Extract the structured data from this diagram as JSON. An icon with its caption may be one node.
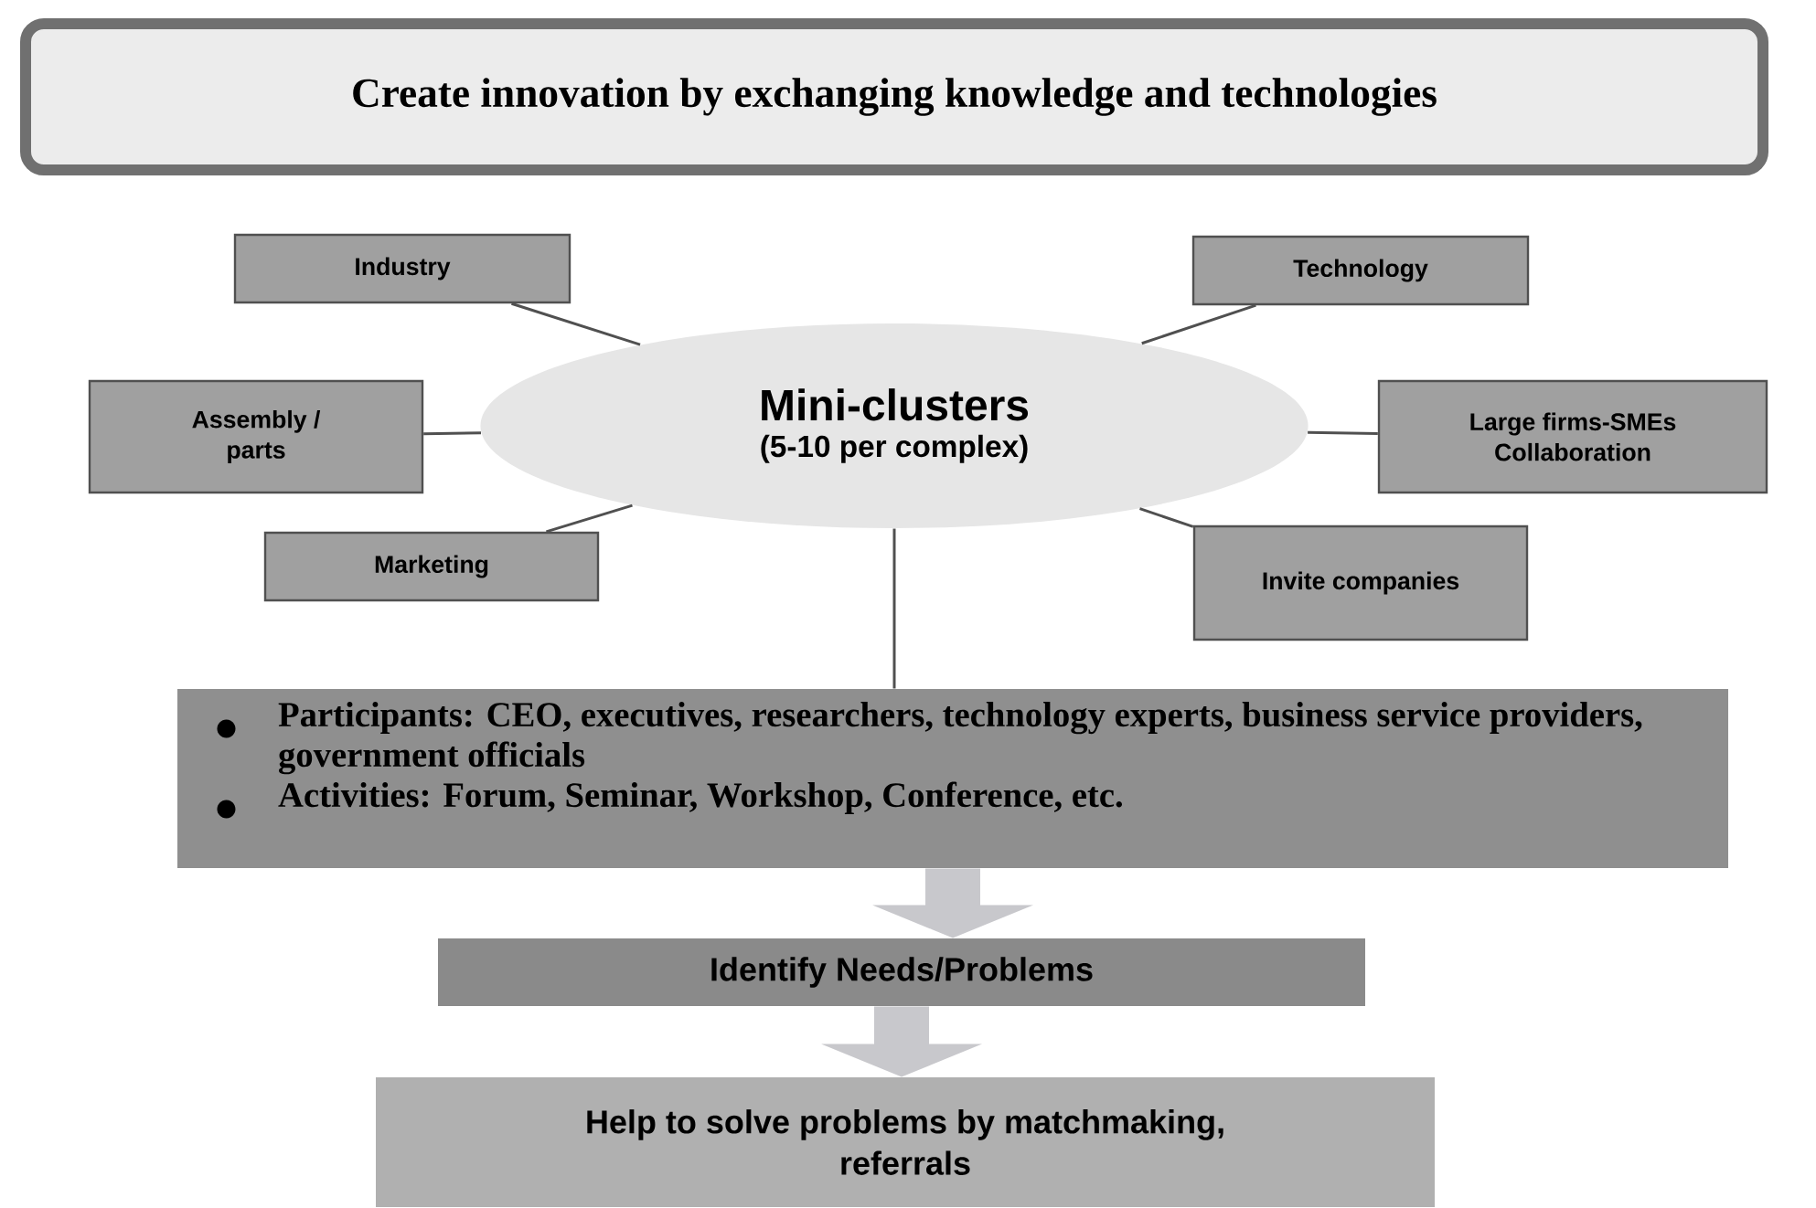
{
  "diagram": {
    "nodes": [
      {
        "text": [
          "Create innovation by exchanging knowledge and technologies"
        ]
      },
      {
        "text": [
          "Mini-clusters",
          "(5-10 per complex)"
        ]
      },
      {
        "text": [
          "Industry"
        ]
      },
      {
        "text": [
          "Technology"
        ]
      },
      {
        "text": [
          "Assembly / parts"
        ]
      },
      {
        "text": [
          "Large firms-SMEs Collaboration"
        ]
      },
      {
        "text": [
          "Marketing"
        ]
      },
      {
        "text": [
          "Invite companies"
        ]
      },
      {
        "text": [
          "Participants: CEO, executives, researchers, technology experts, business service providers, government officials",
          "Activities: Forum, Seminar, Workshop, Conference, etc."
        ]
      },
      {
        "text": [
          "Identify Needs/Problems"
        ]
      },
      {
        "text": [
          "Help to solve problems by matchmaking, referrals"
        ]
      }
    ],
    "edges": [
      {
        "from": 1,
        "to": 2,
        "arrow": "none"
      },
      {
        "from": 1,
        "to": 3,
        "arrow": "none"
      },
      {
        "from": 1,
        "to": 4,
        "arrow": "none"
      },
      {
        "from": 1,
        "to": 5,
        "arrow": "none"
      },
      {
        "from": 1,
        "to": 6,
        "arrow": "none"
      },
      {
        "from": 1,
        "to": 7,
        "arrow": "none"
      },
      {
        "from": 1,
        "to": 8,
        "arrow": "none"
      },
      {
        "from": 8,
        "to": 9,
        "arrow": "to",
        "style": "thick",
        "color": "#c8c8cc"
      },
      {
        "from": 9,
        "to": 10,
        "arrow": "to",
        "style": "thick",
        "color": "#c8c8cc"
      }
    ]
  }
}
